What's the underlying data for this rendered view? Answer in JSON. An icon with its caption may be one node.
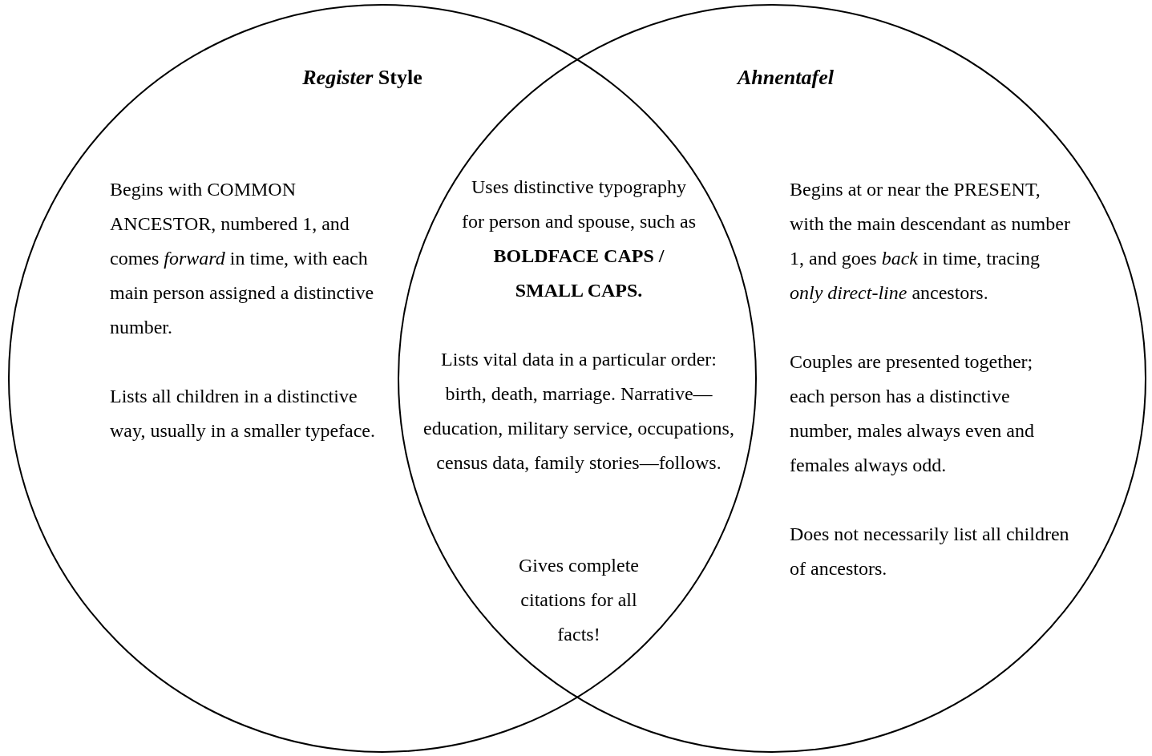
{
  "diagram": {
    "nodes": [
      {
        "text": [
          "*Register* Style",
          "Begins with COMMON ANCESTOR, numbered 1, and comes *forward* in time, with each main person assigned a distinctive number.",
          "Lists all children in a distinctive way, usually in a smaller typeface."
        ]
      },
      {
        "text": [
          "*Ahnentafel*",
          "Begins at or near the PRESENT, with the main descendant as number 1, and goes *back* in time, tracing *only direct-line* ancestors.",
          "Couples are presented together; each person has a distinctive number, males always even and females always odd.",
          "Does not necessarily list all children of ancestors."
        ]
      }
    ],
    "labels": [
      "Uses distinctive typography for person and spouse, such as **BOLDFACE CAPS / SMALL CAPS.**",
      "Lists vital data in a particular order: birth, death, marriage. Narrative—education, military service, occupations, census data, family stories—follows.",
      "Gives complete citations for all facts!"
    ]
  }
}
